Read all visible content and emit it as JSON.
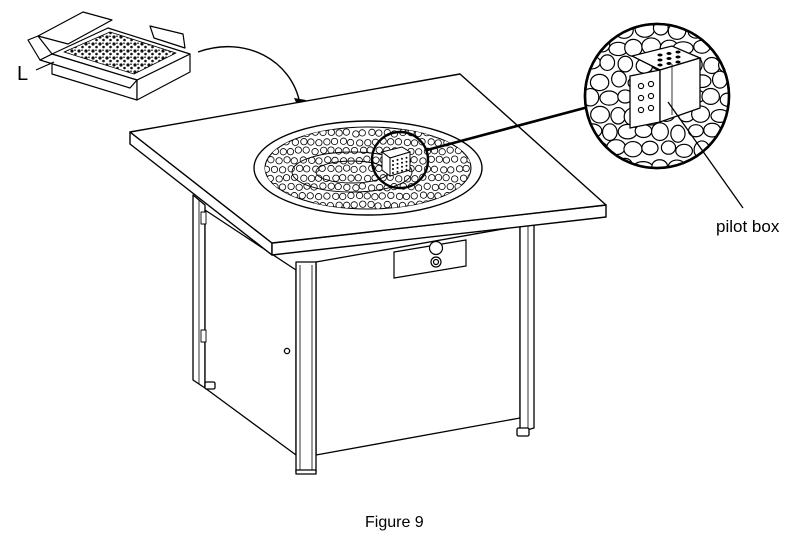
{
  "figure": {
    "caption": "Figure 9",
    "callouts": {
      "part_letter": "L",
      "pilot_box": "pilot box"
    }
  },
  "colors": {
    "ink": "#000000",
    "paper": "#ffffff",
    "fill_dark": "#1a1a1a"
  }
}
